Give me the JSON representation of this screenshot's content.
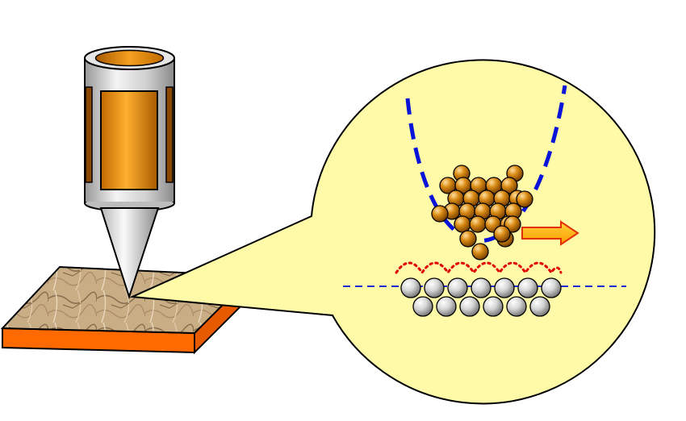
{
  "colors": {
    "background": "#ffffff",
    "outline": "#000000",
    "cylinder_body": "#cfcfcf",
    "cylinder_light": "#f4f4f4",
    "cylinder_dark": "#8c8c8c",
    "orange_piezo": "#f39a12",
    "orange_dark": "#a85a00",
    "tip_light": "#fafafa",
    "tip_dark": "#9a9a9a",
    "sample_texture_light": "#d9c2a0",
    "sample_texture_dark": "#8a7050",
    "substrate_orange": "#ff6a00",
    "bubble_fill": "#fffaa8",
    "potential_well": "#0a14d8",
    "surface_line": "#1c2ad8",
    "cluster_atom": "#c9780c",
    "surface_atom": "#d8d8d8",
    "interaction_dots": "#e00000",
    "arrow_fill": "#ffd23a",
    "arrow_outline": "#e03000"
  },
  "icons": {
    "scanner": "piezo-scanner-icon",
    "tip": "probe-tip-icon",
    "sample": "rough-sample-icon",
    "well": "potential-well-curve",
    "arrow": "right-arrow-icon"
  },
  "diagram": {
    "cluster_rows": [
      2,
      5,
      5,
      5,
      4,
      2,
      1
    ],
    "surface_rows": [
      7,
      6
    ]
  }
}
